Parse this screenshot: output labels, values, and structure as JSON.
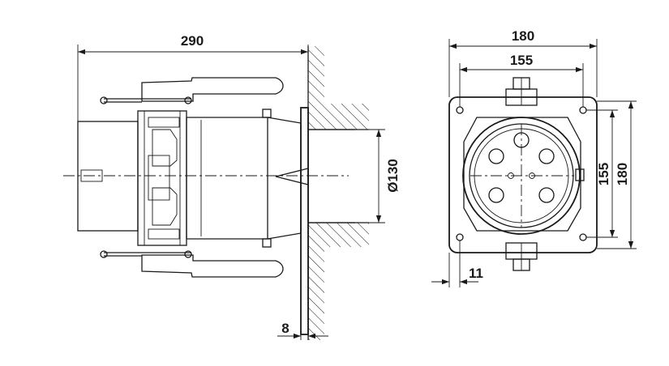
{
  "drawing": {
    "side_view": {
      "length_dim": "290",
      "diameter_dim": "Ø130",
      "plate_dim": "8"
    },
    "front_view": {
      "width_outer_dim": "180",
      "width_inner_dim": "155",
      "height_inner_dim": "155",
      "height_outer_dim": "180",
      "hole_offset_dim": "11"
    }
  }
}
